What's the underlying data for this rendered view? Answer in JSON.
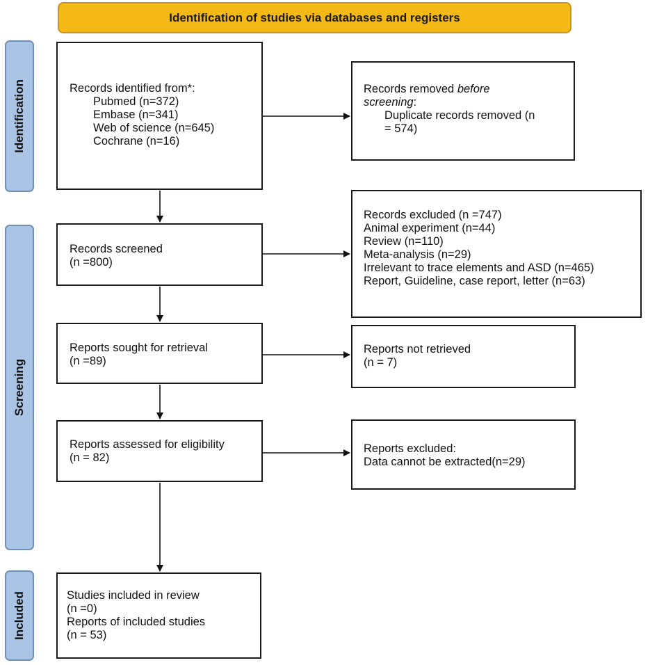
{
  "banner": "Identification of studies via databases and registers",
  "phases": {
    "identification": "Identification",
    "screening": "Screening",
    "included": "Included"
  },
  "identified": {
    "heading": "Records identified from*:",
    "sources": [
      "Pubmed (n=372)",
      "Embase (n=341)",
      "Web of science (n=645)",
      "Cochrane (n=16)"
    ]
  },
  "removed": {
    "prefix": "Records removed ",
    "italic": "before screening",
    "suffix": ":",
    "line2": "Duplicate records removed (n",
    "line3": "= 574)"
  },
  "screened": {
    "label": "Records screened",
    "count": "(n =800)"
  },
  "excluded": {
    "lines": [
      "Records excluded (n =747)",
      "Animal experiment (n=44)",
      "Review (n=110)",
      "Meta-analysis (n=29)",
      "Irrelevant to trace elements and ASD (n=465)",
      "Report, Guideline, case report, letter (n=63)"
    ]
  },
  "sought": {
    "label": "Reports sought for retrieval",
    "count": "(n =89)"
  },
  "not_retrieved": {
    "label": "Reports not retrieved",
    "count": "(n = 7)"
  },
  "assessed": {
    "label": "Reports assessed for eligibility",
    "count": "(n = 82)"
  },
  "reports_excluded": {
    "label": "Reports excluded:",
    "reason": "Data cannot be extracted(n=29)"
  },
  "included": {
    "lines": [
      "Studies included in review",
      "(n =0)",
      "Reports of included studies",
      "(n = 53)"
    ]
  }
}
